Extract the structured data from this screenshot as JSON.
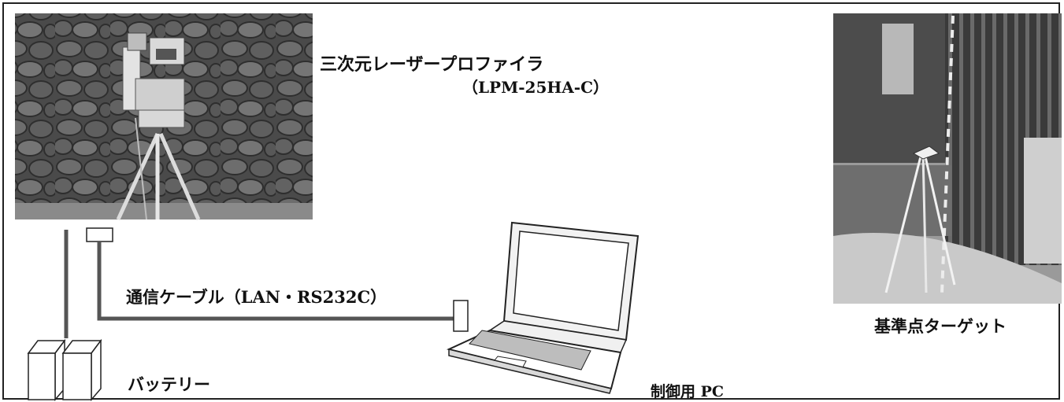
{
  "labels": {
    "profiler_name": "三次元レーザープロファイラ",
    "profiler_model": "（LPM-25HA-C）",
    "cable": "通信ケーブル（LAN・RS232C）",
    "battery": "バッテリー",
    "pc": "制御用 PC",
    "target": "基準点ターゲット"
  },
  "colors": {
    "line": "#555555",
    "border": "#222222"
  },
  "icons": {
    "scanner": "laser-scanner-photo",
    "target": "reference-target-photo",
    "battery": "battery-icon",
    "laptop": "laptop-icon"
  }
}
